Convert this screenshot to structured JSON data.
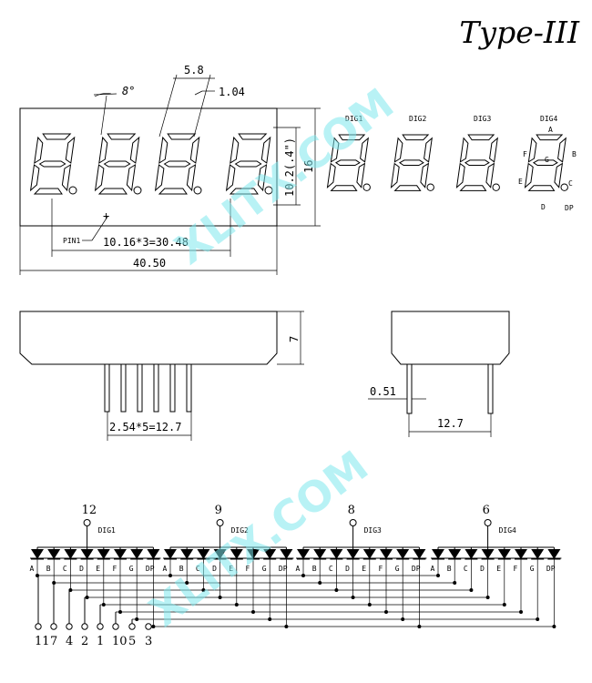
{
  "title": "Type-III",
  "watermark": "XLITX.COM",
  "front_view": {
    "angle_label": "8°",
    "segment_pitch_label": "5.8",
    "segment_width_label": "1.04",
    "digit_height_label": "10.2(.4\")",
    "body_height_label": "16",
    "pin_label": "PIN1",
    "digit_pitch_label": "10.16*3=30.48",
    "body_width_label": "40.50"
  },
  "segment_map": {
    "digit_labels": [
      "DIG1",
      "DIG2",
      "DIG3",
      "DIG4"
    ],
    "segment_labels": {
      "a": "A",
      "b": "B",
      "c": "C",
      "d": "D",
      "e": "E",
      "f": "F",
      "g": "G",
      "dp": "DP"
    }
  },
  "side_view": {
    "height_label": "7",
    "pin_pitch_label": "2.54*5=12.7"
  },
  "end_view": {
    "pin_width_label": "0.51",
    "row_spacing_label": "12.7"
  },
  "schematic": {
    "digits": [
      {
        "label": "DIG1",
        "pin": "12"
      },
      {
        "label": "DIG2",
        "pin": "9"
      },
      {
        "label": "DIG3",
        "pin": "8"
      },
      {
        "label": "DIG4",
        "pin": "6"
      }
    ],
    "segments": [
      "A",
      "B",
      "C",
      "D",
      "E",
      "F",
      "G",
      "DP"
    ],
    "segment_pins": [
      "11",
      "7",
      "4",
      "2",
      "1",
      "10",
      "5",
      "3"
    ]
  }
}
